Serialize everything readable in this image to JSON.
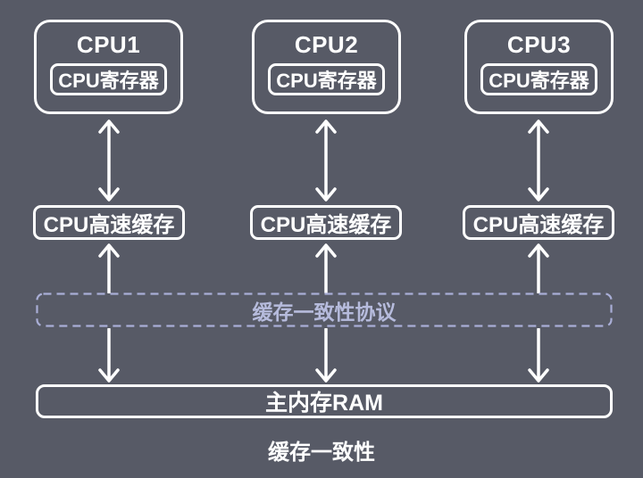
{
  "colors": {
    "background": "#575a66",
    "box_border": "#ffffff",
    "box_text": "#ffffff",
    "protocol_border": "#a9aed6",
    "protocol_text": "#b6bbdc",
    "arrow": "#ffffff"
  },
  "cpus": [
    {
      "label": "CPU1",
      "register_label": "CPU寄存器"
    },
    {
      "label": "CPU2",
      "register_label": "CPU寄存器"
    },
    {
      "label": "CPU3",
      "register_label": "CPU寄存器"
    }
  ],
  "caches": [
    {
      "label": "CPU高速缓存"
    },
    {
      "label": "CPU高速缓存"
    },
    {
      "label": "CPU高速缓存"
    }
  ],
  "protocol": {
    "label": "缓存一致性协议"
  },
  "memory": {
    "label": "主内存RAM"
  },
  "caption": "缓存一致性"
}
